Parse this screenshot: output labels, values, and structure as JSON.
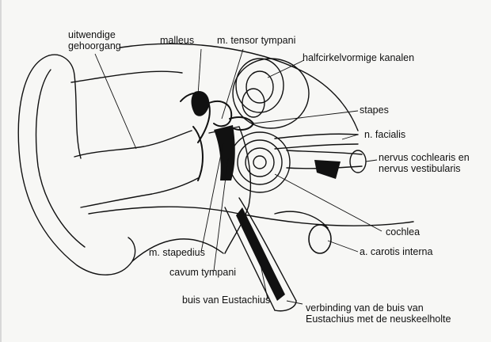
{
  "labels": {
    "uitwendige_gehoorgang": [
      "uitwendige",
      "gehoorgang"
    ],
    "malleus": "malleus",
    "tensor": "m. tensor tympani",
    "halfcirkel": "halfcirkelvormige kanalen",
    "stapes": "stapes",
    "facialis": "n. facialis",
    "cochlearis": [
      "nervus cochlearis en",
      "nervus vestibularis"
    ],
    "cochlea": "cochlea",
    "carotis": "a. carotis interna",
    "stapedius": "m. stapedius",
    "cavum": "cavum tympani",
    "buis": "buis van Eustachius",
    "verbinding": [
      "verbinding van de buis van",
      "Eustachius met de neuskeelholte"
    ]
  },
  "colors": {
    "ink": "#111111",
    "paper": "#f7f7f5"
  }
}
